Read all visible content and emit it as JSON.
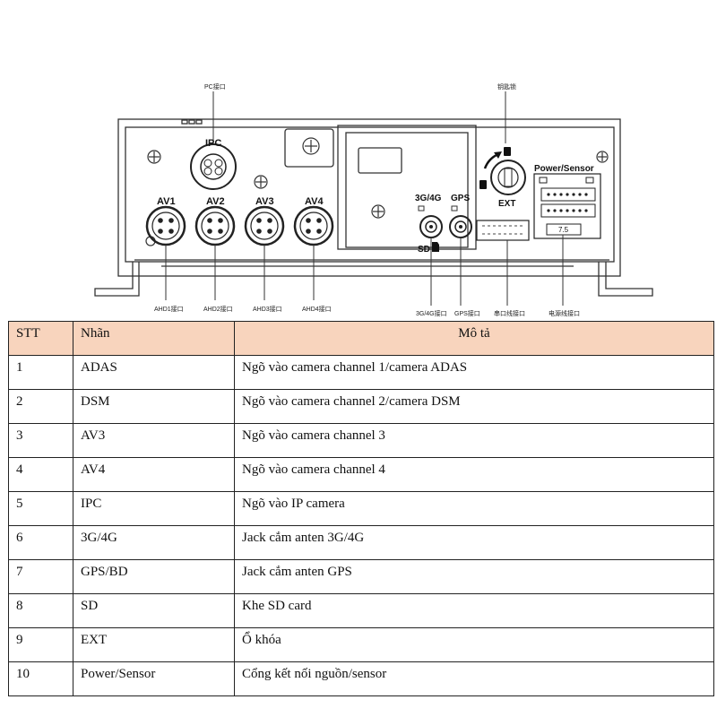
{
  "figure": {
    "top_labels": {
      "pc": "PC接口",
      "lock": "钥匙锁"
    },
    "panel_labels": {
      "ipc": "IPC",
      "av1": "AV1",
      "av2": "AV2",
      "av3": "AV3",
      "av4": "AV4",
      "g34": "3G/4G",
      "gps": "GPS",
      "sd": "SD",
      "ext": "EXT",
      "power": "Power/Sensor",
      "fuse": "7.5"
    },
    "bottom_labels": {
      "ahd1": "AHD1接口",
      "ahd2": "AHD2接口",
      "ahd3": "AHD3接口",
      "ahd4": "AHD4接口",
      "g34": "3G/4G接口",
      "gps": "GPS接口",
      "serial": "串口线接口",
      "power": "电源线接口"
    }
  },
  "table": {
    "headers": [
      "STT",
      "Nhãn",
      "Mô tả"
    ],
    "rows": [
      [
        "1",
        "ADAS",
        "Ngõ vào camera channel 1/camera ADAS"
      ],
      [
        "2",
        "DSM",
        "Ngõ vào camera channel 2/camera DSM"
      ],
      [
        "3",
        "AV3",
        "Ngõ vào camera channel 3"
      ],
      [
        "4",
        "AV4",
        "Ngõ vào camera channel 4"
      ],
      [
        "5",
        "IPC",
        "Ngõ vào IP camera"
      ],
      [
        "6",
        "3G/4G",
        "Jack cắm anten 3G/4G"
      ],
      [
        "7",
        "GPS/BD",
        "Jack cắm anten GPS"
      ],
      [
        "8",
        "SD",
        "Khe SD card"
      ],
      [
        "9",
        "EXT",
        "Ổ khóa"
      ],
      [
        "10",
        "Power/Sensor",
        "Cổng kết nối nguồn/sensor"
      ]
    ]
  }
}
